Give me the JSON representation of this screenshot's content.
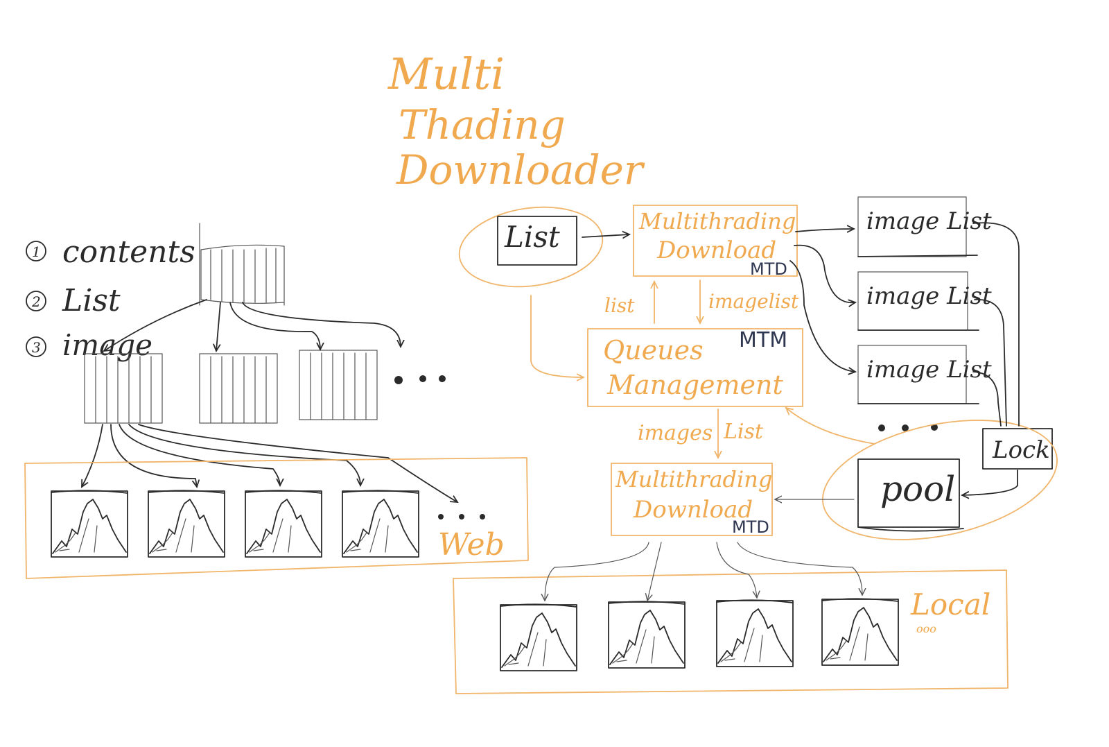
{
  "title": {
    "line1": "Multi",
    "line2": "Thading",
    "line3": "Downloader"
  },
  "legend": [
    {
      "num": "1",
      "label": "contents"
    },
    {
      "num": "2",
      "label": "List"
    },
    {
      "num": "3",
      "label": "image"
    }
  ],
  "web_label": "Web",
  "local_label": "Local",
  "nodes": {
    "list": "List",
    "mtd_top_line1": "Multithrading",
    "mtd_top_line2": "Download",
    "mtd_top_tag": "MTD",
    "queues_line1": "Queues",
    "queues_line2": "Management",
    "queues_tag": "MTM",
    "mtd_bottom_line1": "Multithrading",
    "mtd_bottom_line2": "Download",
    "mtd_bottom_tag": "MTD",
    "image_list": "image List",
    "lock": "Lock",
    "pool": "pool"
  },
  "edge_labels": {
    "list_up": "list",
    "imagelist_down": "imagelist",
    "images": "images",
    "list_down": "List"
  }
}
